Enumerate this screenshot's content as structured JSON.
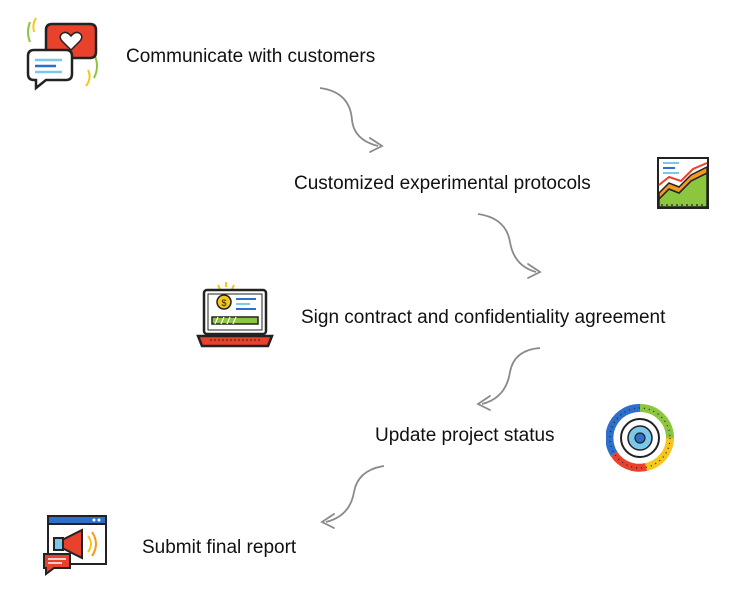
{
  "flow": {
    "steps": [
      {
        "label": "Communicate with customers",
        "icon": "chat-heart-icon"
      },
      {
        "label": "Customized experimental protocols",
        "icon": "line-chart-icon"
      },
      {
        "label": "Sign contract and confidentiality agreement",
        "icon": "laptop-payment-icon"
      },
      {
        "label": "Update project status",
        "icon": "donut-eye-icon"
      },
      {
        "label": "Submit final report",
        "icon": "megaphone-window-icon"
      }
    ]
  },
  "colors": {
    "text": "#111111",
    "arrow": "#8a8a8a",
    "outline": "#222222",
    "red": "#e8412c",
    "blue": "#2d6fcb",
    "light_blue": "#7cc8ea",
    "green": "#8cc63f",
    "yellow": "#f6c61c",
    "orange": "#f39a1e"
  }
}
